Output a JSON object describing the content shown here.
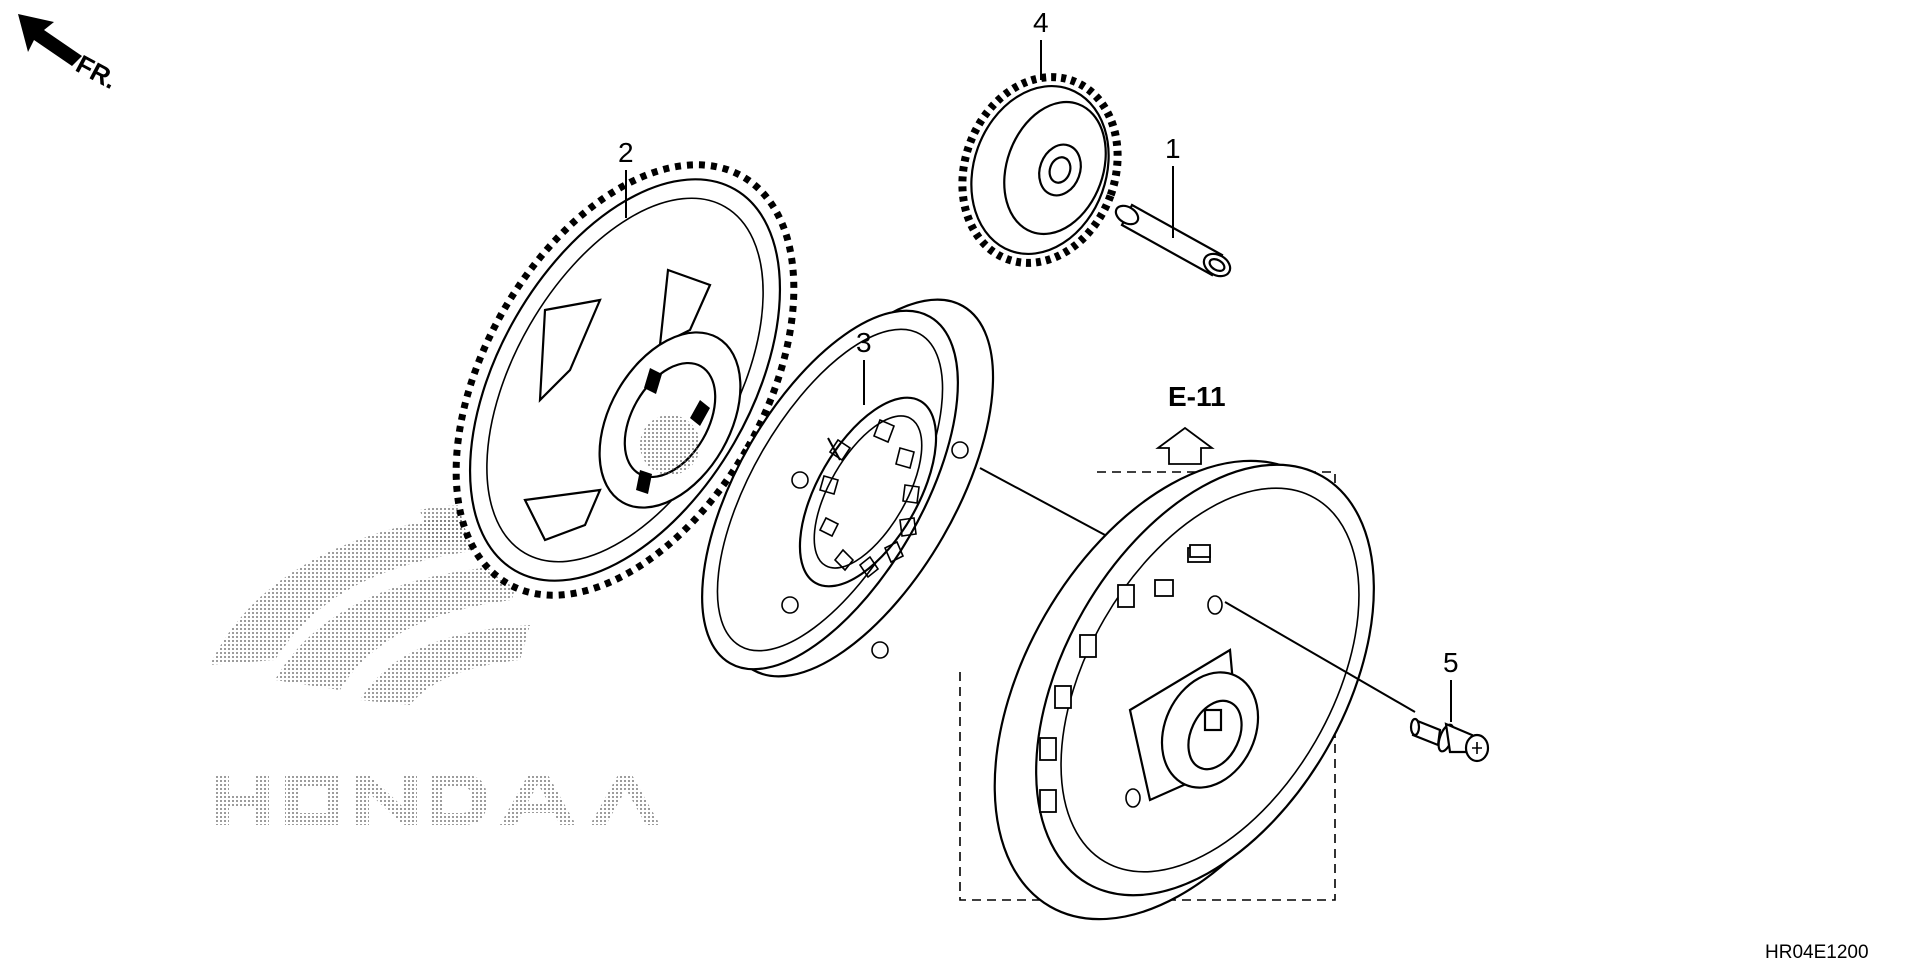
{
  "direction": {
    "label": "FR.",
    "icon": "front-arrow-icon"
  },
  "reference": {
    "label": "E-11",
    "icon": "up-arrow-icon"
  },
  "diagram_code": "HR04E1200",
  "watermark": {
    "brand": "HONDA"
  },
  "callouts": [
    {
      "number": "1"
    },
    {
      "number": "2"
    },
    {
      "number": "3"
    },
    {
      "number": "4"
    },
    {
      "number": "5"
    }
  ]
}
